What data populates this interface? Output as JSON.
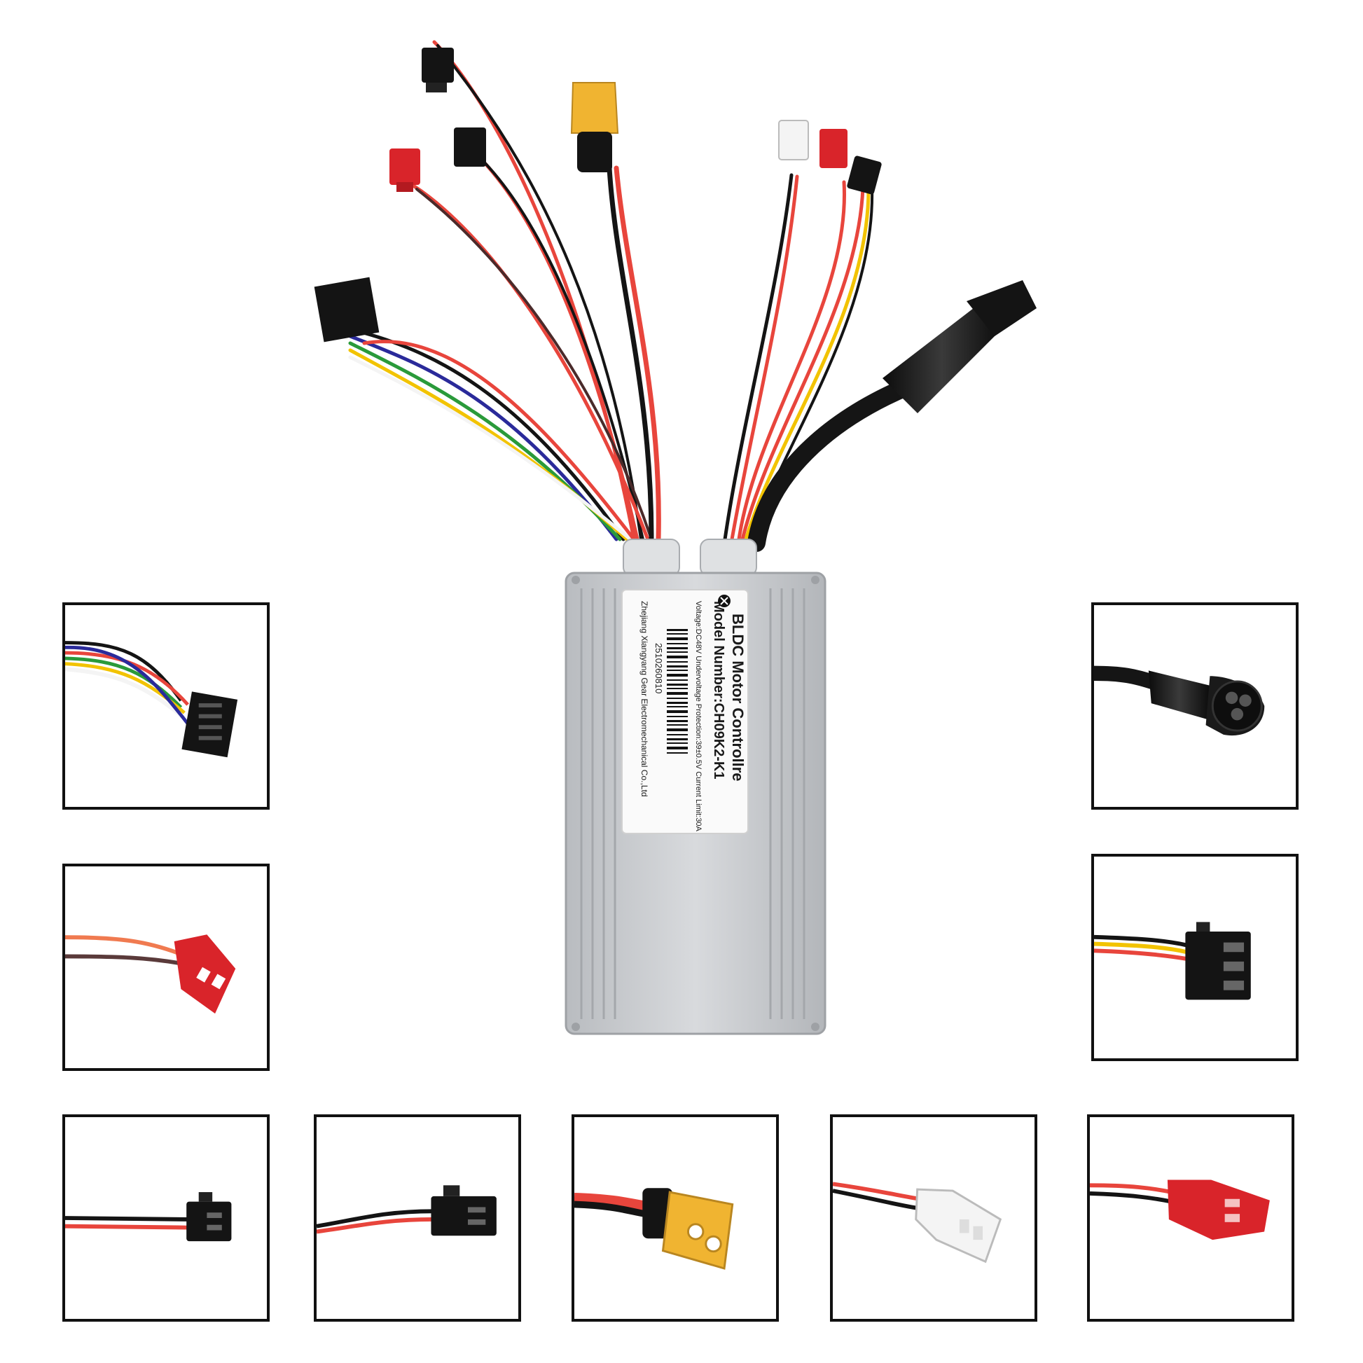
{
  "label": {
    "title": "BLDC Motor Controllre",
    "model": "Model Number:CH09K2-K1",
    "specs": "Voltage:DC48V   Undervoltage Protection:39±0.5V   Current Limit:30A",
    "serial": "2510260810",
    "maker": "Zhejiang Xiangyang Gear Electromechanical Co.,Ltd"
  },
  "colors": {
    "housing": "#c9ccd0",
    "wire_red": "#e8453c",
    "wire_black": "#141414",
    "wire_yellow": "#f2c300",
    "connector_red": "#d9242a",
    "xt60_yellow": "#f0b431",
    "connector_white": "#f4f4f4",
    "frame": "#111111"
  },
  "insets": [
    {
      "id": "hall-sensor-6pin",
      "icon": "multi-wire-connector-icon"
    },
    {
      "id": "red-2pin-brake",
      "icon": "red-connector-icon"
    },
    {
      "id": "black-2pin-a",
      "icon": "black-connector-icon"
    },
    {
      "id": "black-2pin-b",
      "icon": "black-connector-icon"
    },
    {
      "id": "xt60-battery",
      "icon": "xt60-connector-icon"
    },
    {
      "id": "white-2pin",
      "icon": "white-connector-icon"
    },
    {
      "id": "red-2pin-b",
      "icon": "red-connector-icon"
    },
    {
      "id": "black-3pin-throttle",
      "icon": "three-pin-connector-icon"
    },
    {
      "id": "waterproof-3pin-motor",
      "icon": "waterproof-connector-icon"
    }
  ]
}
